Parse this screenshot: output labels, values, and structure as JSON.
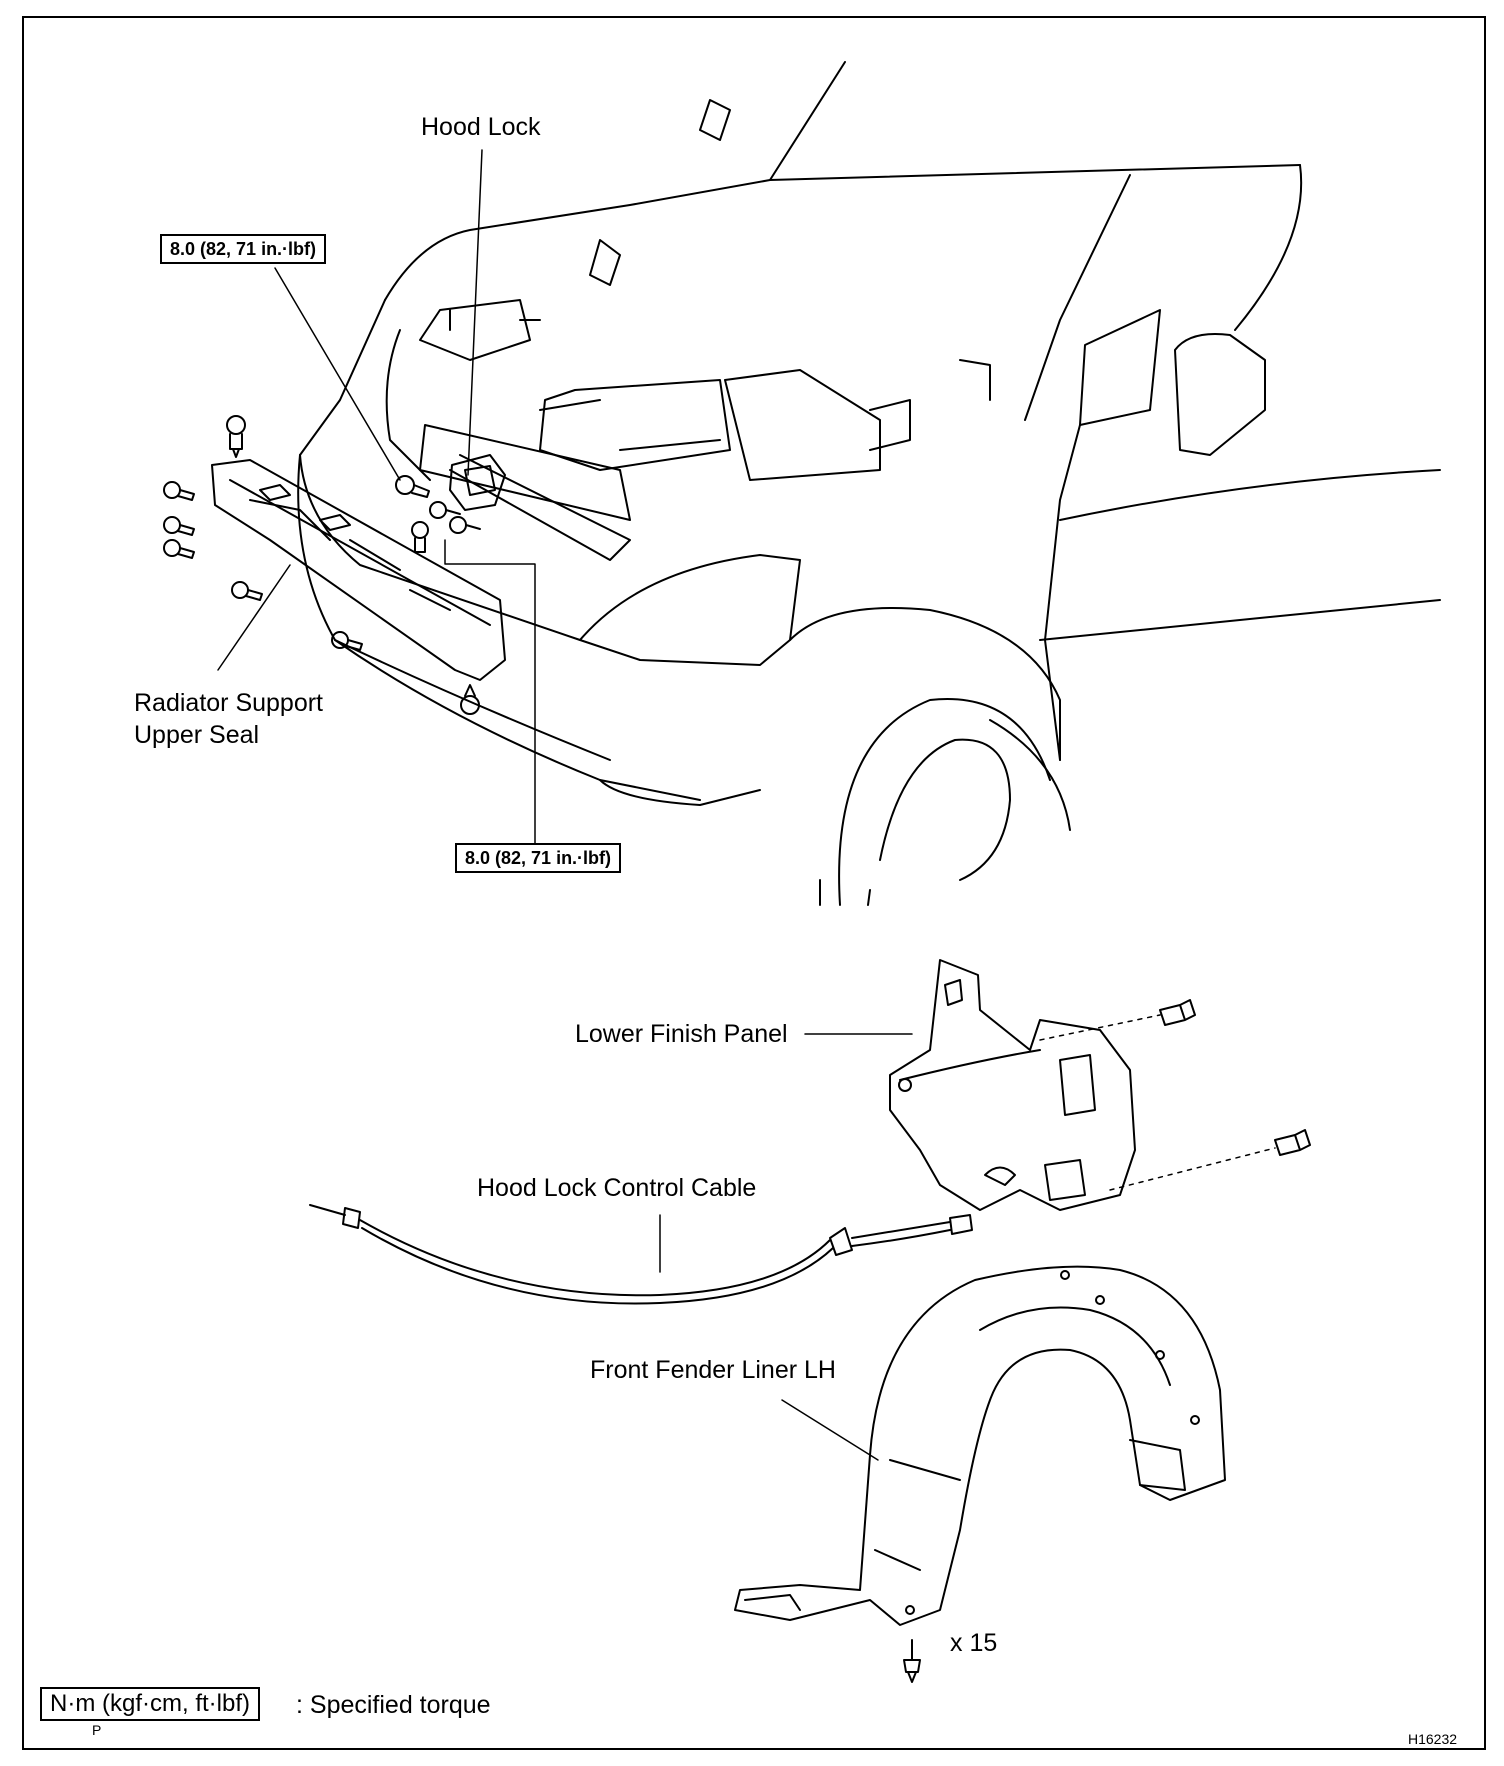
{
  "labels": {
    "hood_lock": "Hood Lock",
    "radiator_support_line1": "Radiator Support",
    "radiator_support_line2": "Upper Seal",
    "lower_finish_panel": "Lower Finish Panel",
    "hood_lock_control_cable": "Hood Lock Control Cable",
    "front_fender_liner": "Front Fender Liner LH",
    "quantity": "x 15"
  },
  "torque_specs": {
    "upper": "8.0 (82, 71 in.·lbf)",
    "lower": "8.0 (82, 71 in.·lbf)"
  },
  "legend": {
    "box_text": "N·m (kgf·cm, ft·lbf)",
    "description": ": Specified torque",
    "sub_mark": "P"
  },
  "figure_id": "H16232"
}
